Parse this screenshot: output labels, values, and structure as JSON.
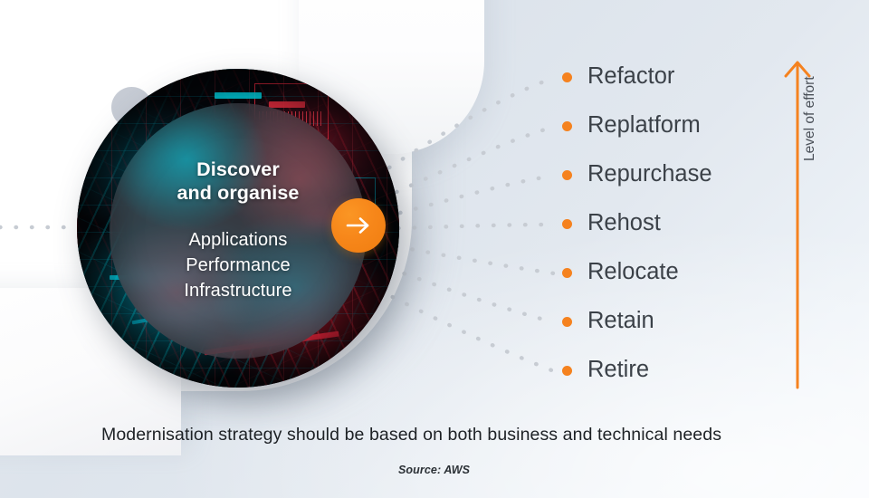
{
  "slide": {
    "center_circle": {
      "title_line1": "Discover",
      "title_line2": "and organise",
      "items_line1": "Applications",
      "items_line2": "Performance",
      "items_line3": "Infrastructure",
      "cta_icon": "arrow-right-icon"
    },
    "strategies": [
      {
        "label": "Refactor"
      },
      {
        "label": "Replatform"
      },
      {
        "label": "Repurchase"
      },
      {
        "label": "Rehost"
      },
      {
        "label": "Relocate"
      },
      {
        "label": "Retain"
      },
      {
        "label": "Retire"
      }
    ],
    "effort_axis": {
      "label": "Level of effort",
      "direction_icon": "arrow-up-icon"
    },
    "caption": "Modernisation strategy should be based on both business and technical needs",
    "source": "Source: AWS",
    "colors": {
      "accent_orange": "#F5821F",
      "background": "#DDE4EC",
      "text_dark": "#1D2125",
      "list_text": "#3B4148",
      "dotted_connector": "#C7CCD3",
      "gray_accent_circle": "#C7CCD5"
    }
  }
}
